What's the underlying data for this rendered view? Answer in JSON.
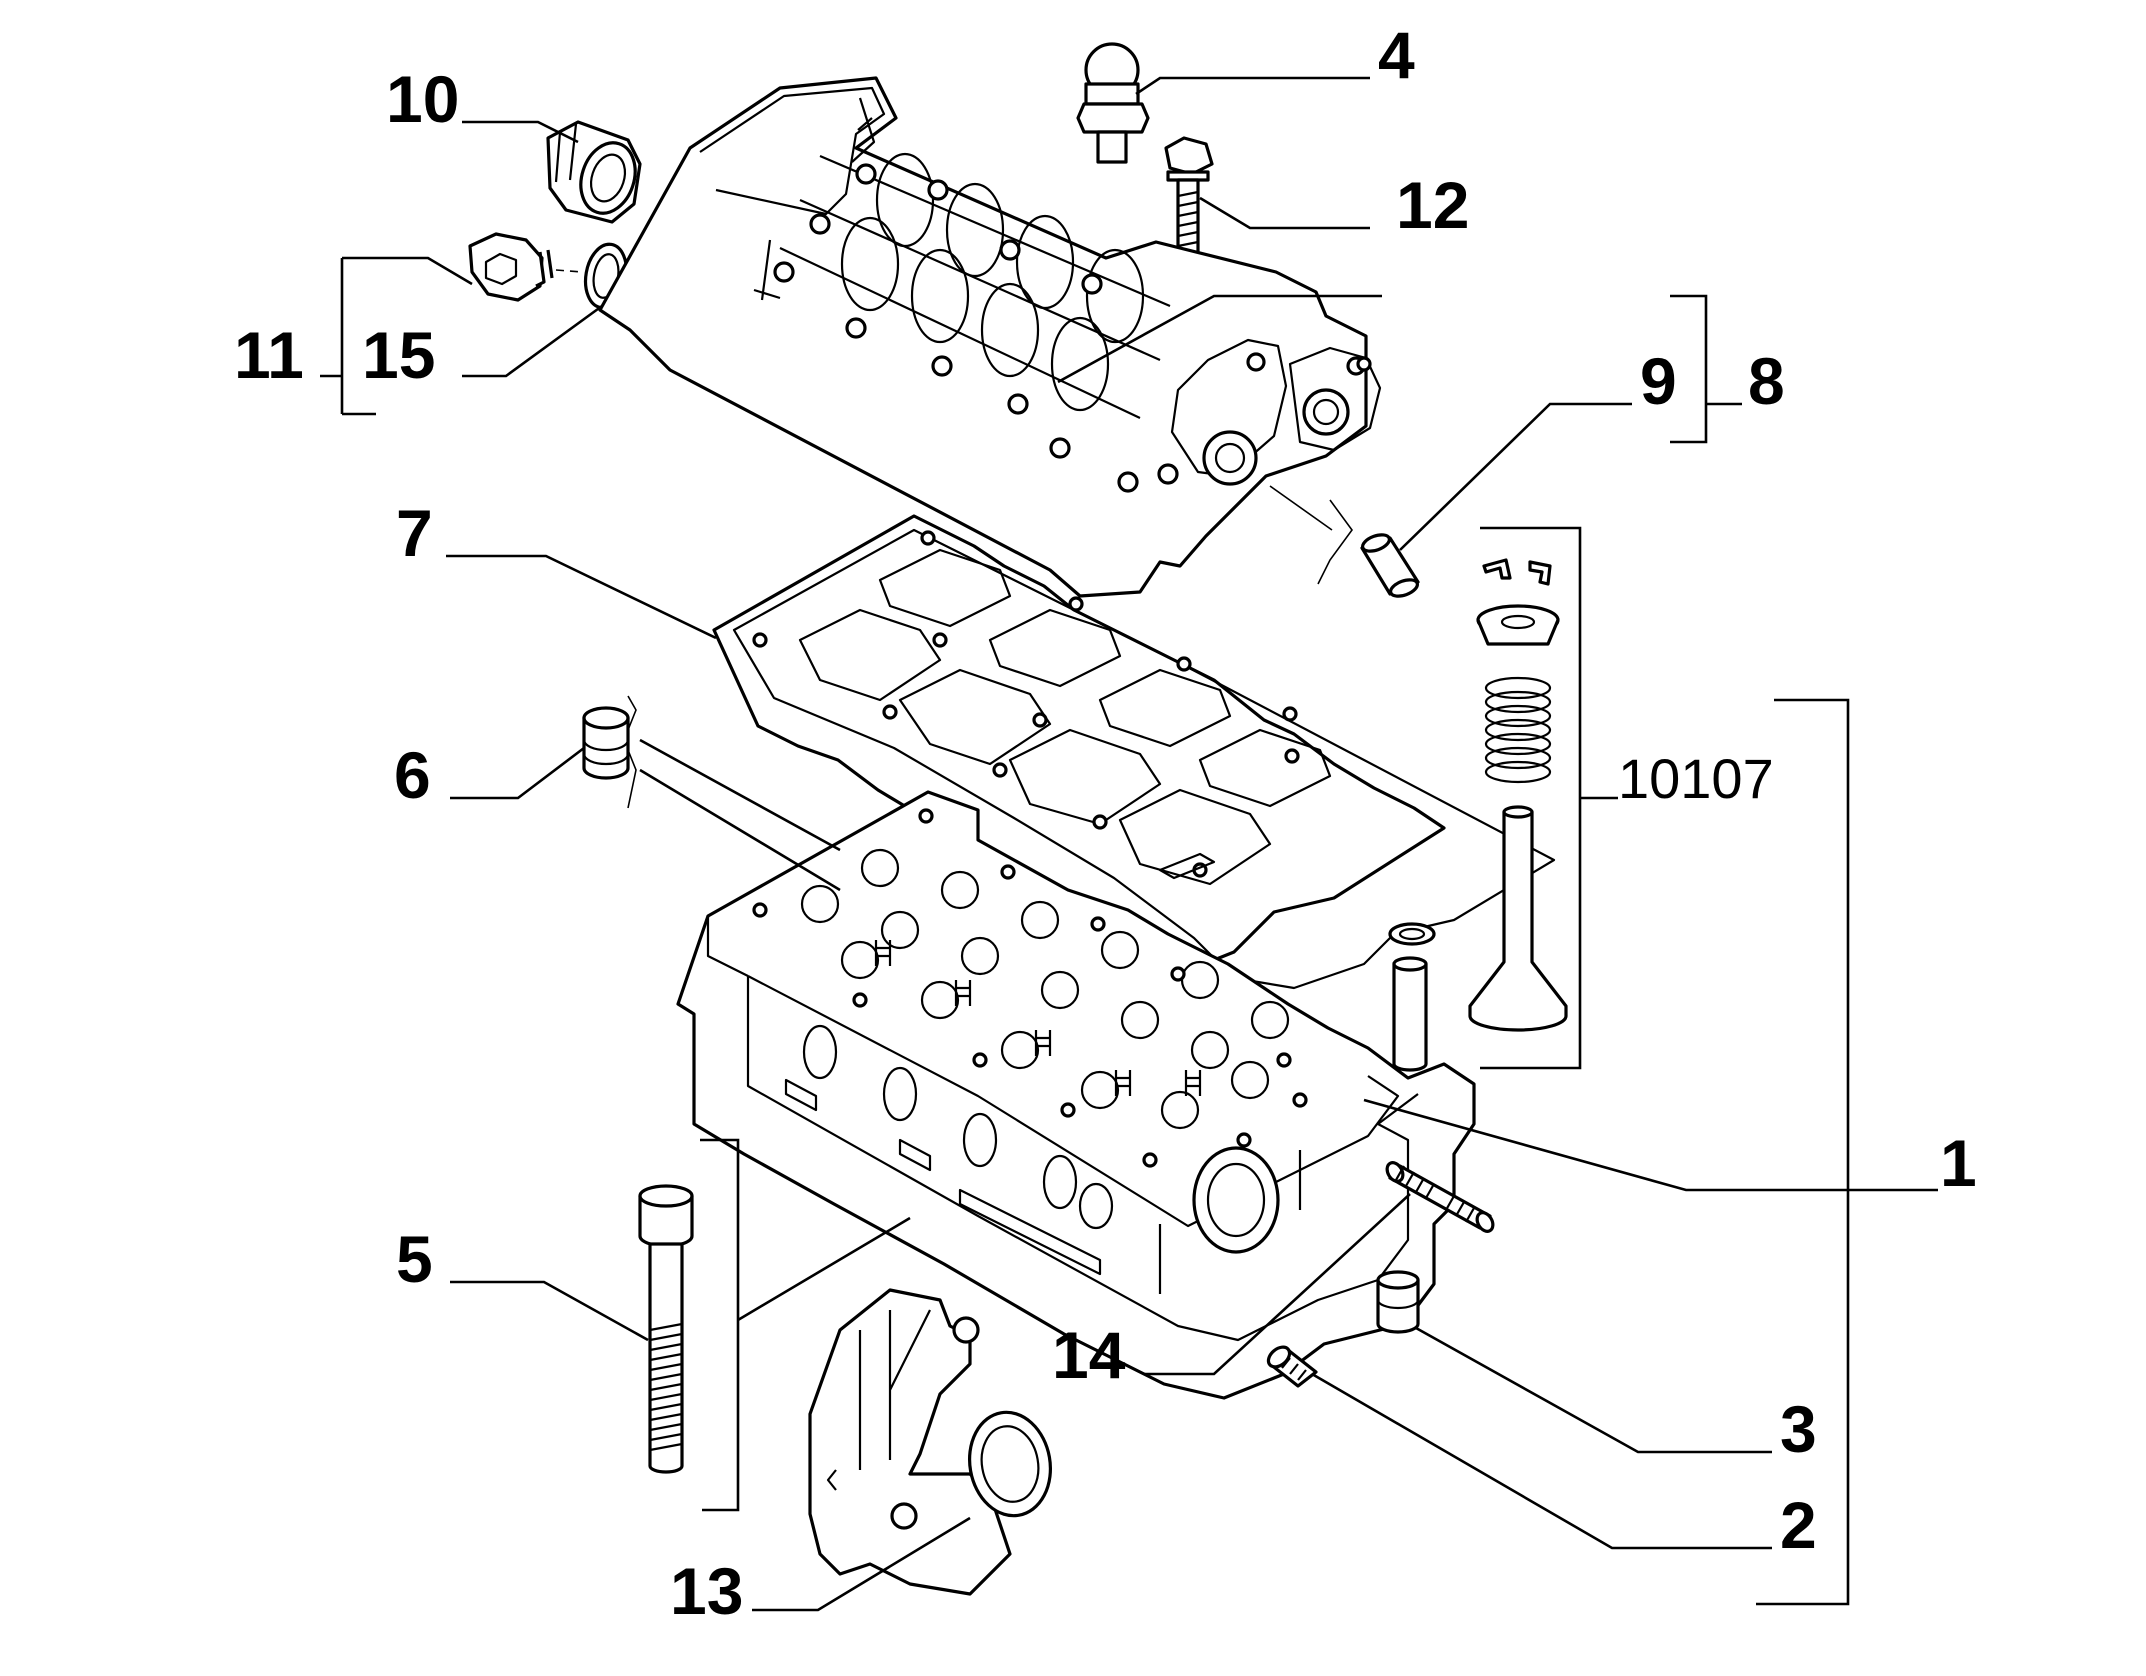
{
  "diagram": {
    "callouts": {
      "c1": "1",
      "c2": "2",
      "c3": "3",
      "c4": "4",
      "c5": "5",
      "c6": "6",
      "c7": "7",
      "c8": "8",
      "c9": "9",
      "c10": "10",
      "c11": "11",
      "c12": "12",
      "c13": "13",
      "c14": "14",
      "c15": "15",
      "group": "10107"
    }
  }
}
